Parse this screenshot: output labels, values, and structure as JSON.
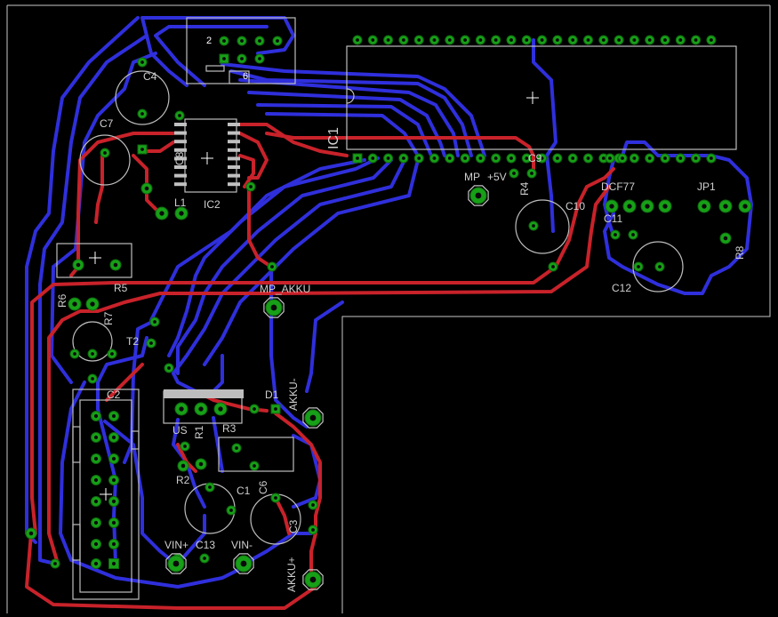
{
  "labels": {
    "ic1": "IC1",
    "ic2": "IC2",
    "c4": "C4",
    "c7": "C7",
    "c8": "C8",
    "c9": "C9",
    "c10": "C10",
    "c11": "C11",
    "c12": "C12",
    "c13": "C13",
    "c2": "C2",
    "c3": "C3",
    "c6": "C6",
    "c1": "C1",
    "d1": "D1",
    "r1": "R1",
    "r2": "R2",
    "r3": "R3",
    "r4": "R4",
    "r5": "R5",
    "r6": "R6",
    "r7": "R7",
    "r8": "R8",
    "l1": "L1",
    "t2": "T2",
    "us": "US",
    "dcf77": "DCF77",
    "jp1": "JP1",
    "mp": "MP",
    "mp_plus5v": "+5V",
    "mp_akku": "MP_AKKU",
    "akku_minus": "AKKU-",
    "akku_plus": "AKKU+",
    "vin_plus": "VIN+",
    "vin_minus": "VIN-",
    "pin2": "2",
    "pin6": "6"
  },
  "colors": {
    "background": "#000000",
    "top_copper": "#c8202a",
    "bottom_copper": "#2a2ad8",
    "pad": "#1a9a1a",
    "outline": "#c0c0c0"
  }
}
